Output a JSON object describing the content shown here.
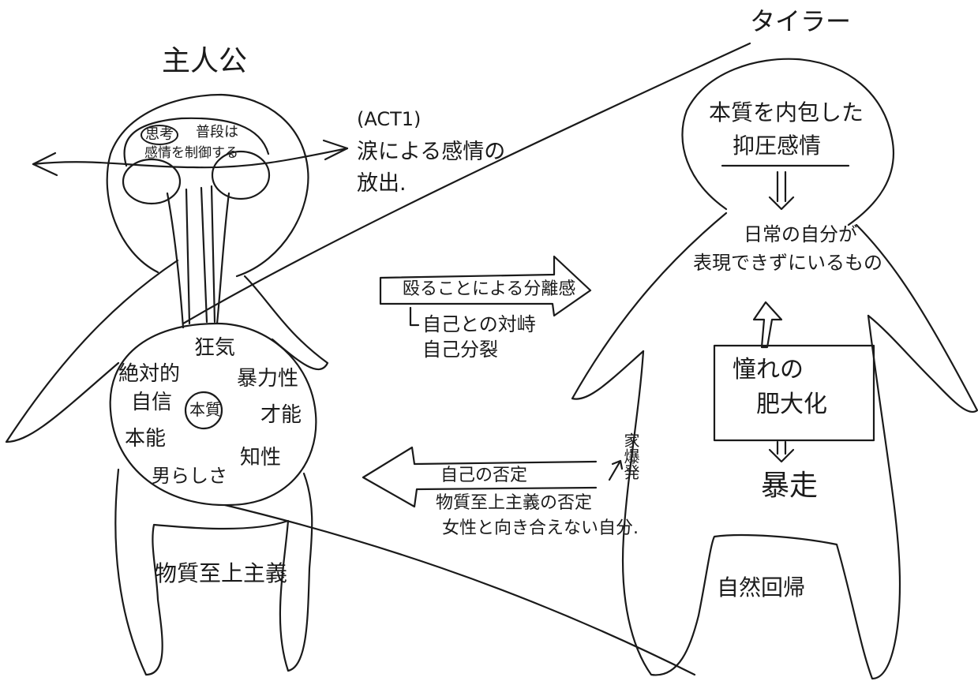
{
  "protagonist": {
    "title": "主人公",
    "brain": {
      "circled": "思考",
      "line1": "普段は",
      "line2": "感情を制御する"
    },
    "act1": {
      "label": "(ACT1)",
      "line1": "涙による感情の",
      "line2": "放出."
    },
    "core": "本質",
    "traits": {
      "kyoki": "狂気",
      "zettai1": "絶対的",
      "zettai2": "自信",
      "boryoku": "暴力性",
      "sainou": "才能",
      "honnou": "本能",
      "chisei": "知性",
      "otoko": "男らしさ"
    },
    "legs_label": "物質至上主義"
  },
  "tyler": {
    "title": "タイラー",
    "head1": "本質を内包した",
    "head2": "抑圧感情",
    "body1": "日常の自分が",
    "body2": "表現できずにいるもの",
    "box1": "憧れの",
    "box2": "肥大化",
    "runaway": "暴走",
    "legs_label": "自然回帰"
  },
  "arrow_right": {
    "label": "殴ることによる分離感",
    "sub1": "自己との対峙",
    "sub2": "自己分裂"
  },
  "arrow_left": {
    "label": "自己の否定",
    "sub1": "物質至上主義の否定",
    "sub2": "女性と向き合えない自分.",
    "side": "家爆発"
  }
}
